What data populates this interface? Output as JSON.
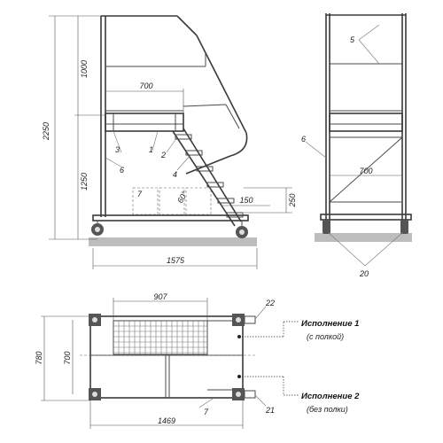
{
  "dimensions": {
    "d1000": "1000",
    "d2250": "2250",
    "d1250": "1250",
    "d700_top": "700",
    "d250": "250",
    "d150": "150",
    "d60": "60°",
    "d1575": "1575",
    "d700_front": "700",
    "d907": "907",
    "d780": "780",
    "d700_plan": "700",
    "d1469": "1469"
  },
  "callouts": {
    "c1": "1",
    "c2": "2",
    "c3": "3",
    "c4": "4",
    "c5": "5",
    "c6_side": "6",
    "c6_front": "6",
    "c7_side": "7",
    "c7_plan": "7",
    "c20": "20",
    "c21": "21",
    "c22": "22"
  },
  "variants": {
    "v1_title": "Исполнение 1",
    "v1_sub": "(с полкой)",
    "v2_title": "Исполнение 2",
    "v2_sub": "(без полки)"
  }
}
